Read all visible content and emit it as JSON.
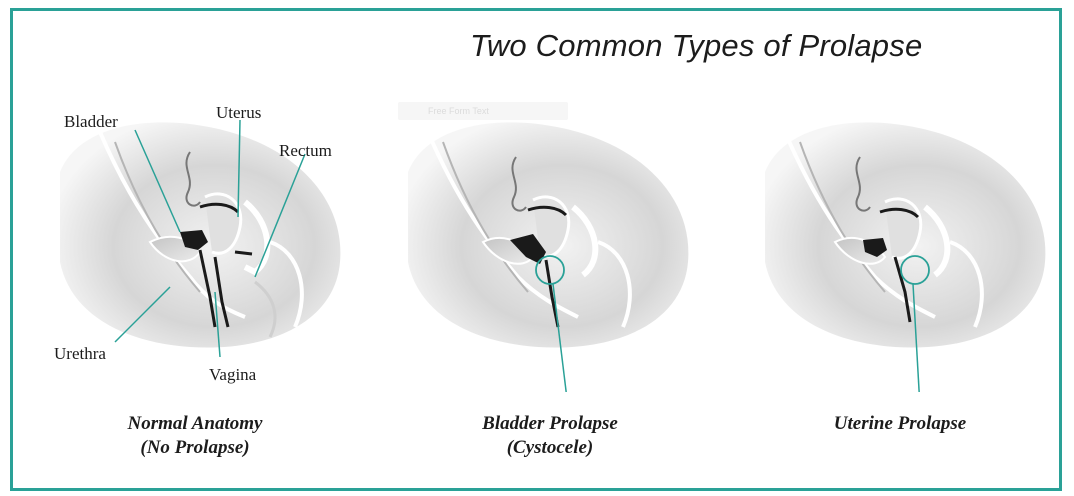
{
  "title": "Two Common Types of Prolapse",
  "ghost_text": "Free Form Text",
  "labels": {
    "bladder": "Bladder",
    "uterus": "Uterus",
    "rectum": "Rectum",
    "urethra": "Urethra",
    "vagina": "Vagina"
  },
  "panels": [
    {
      "caption_line1": "Normal Anatomy",
      "caption_line2": "(No Prolapse)"
    },
    {
      "caption_line1": "Bladder Prolapse",
      "caption_line2": "(Cystocele)"
    },
    {
      "caption_line1": "Uterine Prolapse",
      "caption_line2": ""
    }
  ],
  "colors": {
    "accent": "#2aa197",
    "text": "#1c1c1c",
    "tissue_dark": "#1a1a1a"
  }
}
